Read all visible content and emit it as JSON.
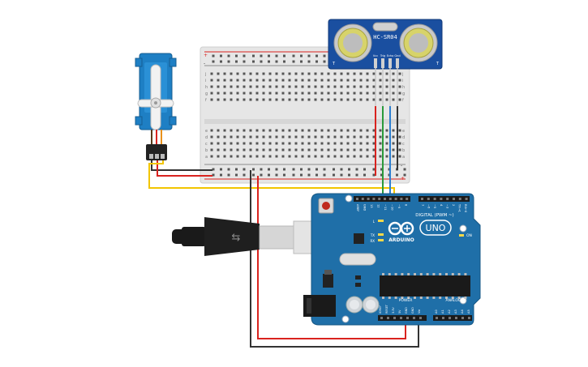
{
  "sensor": {
    "model": "HC-SR04",
    "pins": [
      "Vcc",
      "Trig",
      "Echo",
      "Gnd"
    ],
    "corner_mark": "T"
  },
  "breadboard": {
    "row_letters_top": [
      "j",
      "i",
      "h",
      "g",
      "f"
    ],
    "row_letters_bottom": [
      "e",
      "d",
      "c",
      "b",
      "a"
    ],
    "rail_plus": "+",
    "rail_minus": "-"
  },
  "arduino": {
    "brand": "ARDUINO",
    "model": "UNO",
    "digital_label": "DIGITAL (PWM ~)",
    "power_label": "POWER",
    "analog_label": "ANALOG IN",
    "on_label": "ON",
    "led_labels": [
      "L",
      "TX",
      "RX"
    ],
    "header_labels_top": [
      "AREF",
      "GND",
      "13",
      "12",
      "~11",
      "~10",
      "~9",
      "8",
      "7",
      "~6",
      "~5",
      "4",
      "~3",
      "2",
      "TX→1",
      "RX←0"
    ],
    "power_pins": [
      "IOREF",
      "RESET",
      "3.3V",
      "5V",
      "GND",
      "GND",
      "Vin"
    ],
    "analog_pins": [
      "A0",
      "A1",
      "A2",
      "A3",
      "A4",
      "A5"
    ]
  },
  "colors": {
    "arduino_blue": "#1f6fa8",
    "servo_blue": "#1e7fc4",
    "sensor_blue": "#1a4fa0",
    "wire_red": "#d9231f",
    "wire_black": "#333333",
    "wire_yellow": "#f2c500",
    "wire_green": "#2a9a3b",
    "wire_blue": "#2c7fd0"
  }
}
